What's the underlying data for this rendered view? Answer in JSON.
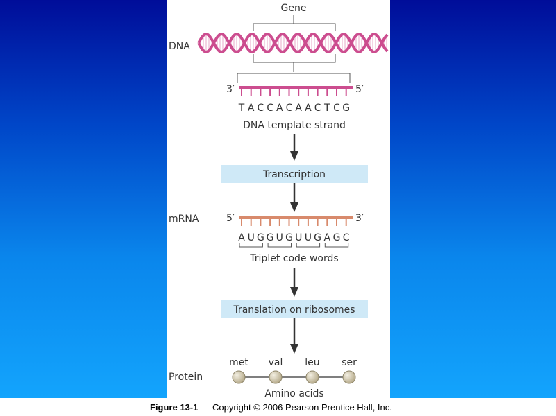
{
  "diagram": {
    "gene_label": "Gene",
    "dna_label": "DNA",
    "dna_strand": {
      "left_end": "3′",
      "right_end": "5′",
      "bases": [
        "T",
        "A",
        "C",
        "C",
        "A",
        "C",
        "A",
        "A",
        "C",
        "T",
        "C",
        "G"
      ],
      "caption": "DNA template strand"
    },
    "step1_label": "Transcription",
    "mrna_label": "mRNA",
    "mrna_strand": {
      "left_end": "5′",
      "right_end": "3′",
      "bases": [
        "A",
        "U",
        "G",
        "G",
        "U",
        "G",
        "U",
        "U",
        "G",
        "A",
        "G",
        "C"
      ],
      "caption": "Triplet code words"
    },
    "step2_label": "Translation on ribosomes",
    "protein_label": "Protein",
    "amino_acids": [
      "met",
      "val",
      "leu",
      "ser"
    ],
    "amino_caption": "Amino acids",
    "colors": {
      "dna": "#cc4d8f",
      "mrna": "#d88a6c",
      "banner": "#cfe9f7",
      "arrow": "#333333",
      "bead": "#b8ad8e"
    }
  },
  "footer": {
    "figure_label": "Figure 13-1",
    "copyright": "Copyright © 2006 Pearson Prentice Hall, Inc."
  }
}
